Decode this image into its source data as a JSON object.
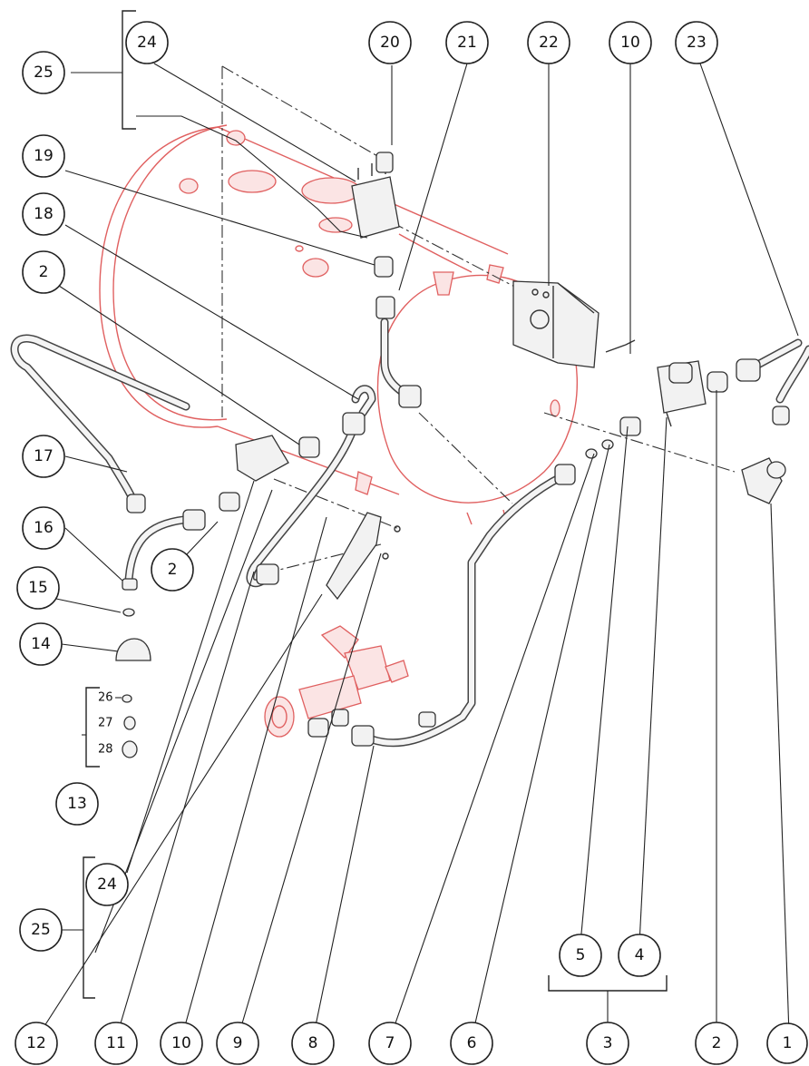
{
  "callouts": {
    "c25_top": "25",
    "c24_top": "24",
    "c20": "20",
    "c21": "21",
    "c22": "22",
    "c10_top": "10",
    "c23": "23",
    "c19": "19",
    "c18": "18",
    "c2_left": "2",
    "c17": "17",
    "c16": "16",
    "c15": "15",
    "c14": "14",
    "c13": "13",
    "c2_mid": "2",
    "c24_bottom": "24",
    "c25_bottom": "25",
    "c5": "5",
    "c4": "4",
    "b12": "12",
    "b11": "11",
    "b10": "10",
    "b9": "9",
    "b8": "8",
    "b7": "7",
    "b6": "6",
    "b3": "3",
    "b2": "2",
    "b1": "1"
  },
  "small_labels": {
    "l26": "26",
    "l27": "27",
    "l28": "28"
  },
  "colors": {
    "accent_red": "#e06060",
    "line": "#222222"
  }
}
